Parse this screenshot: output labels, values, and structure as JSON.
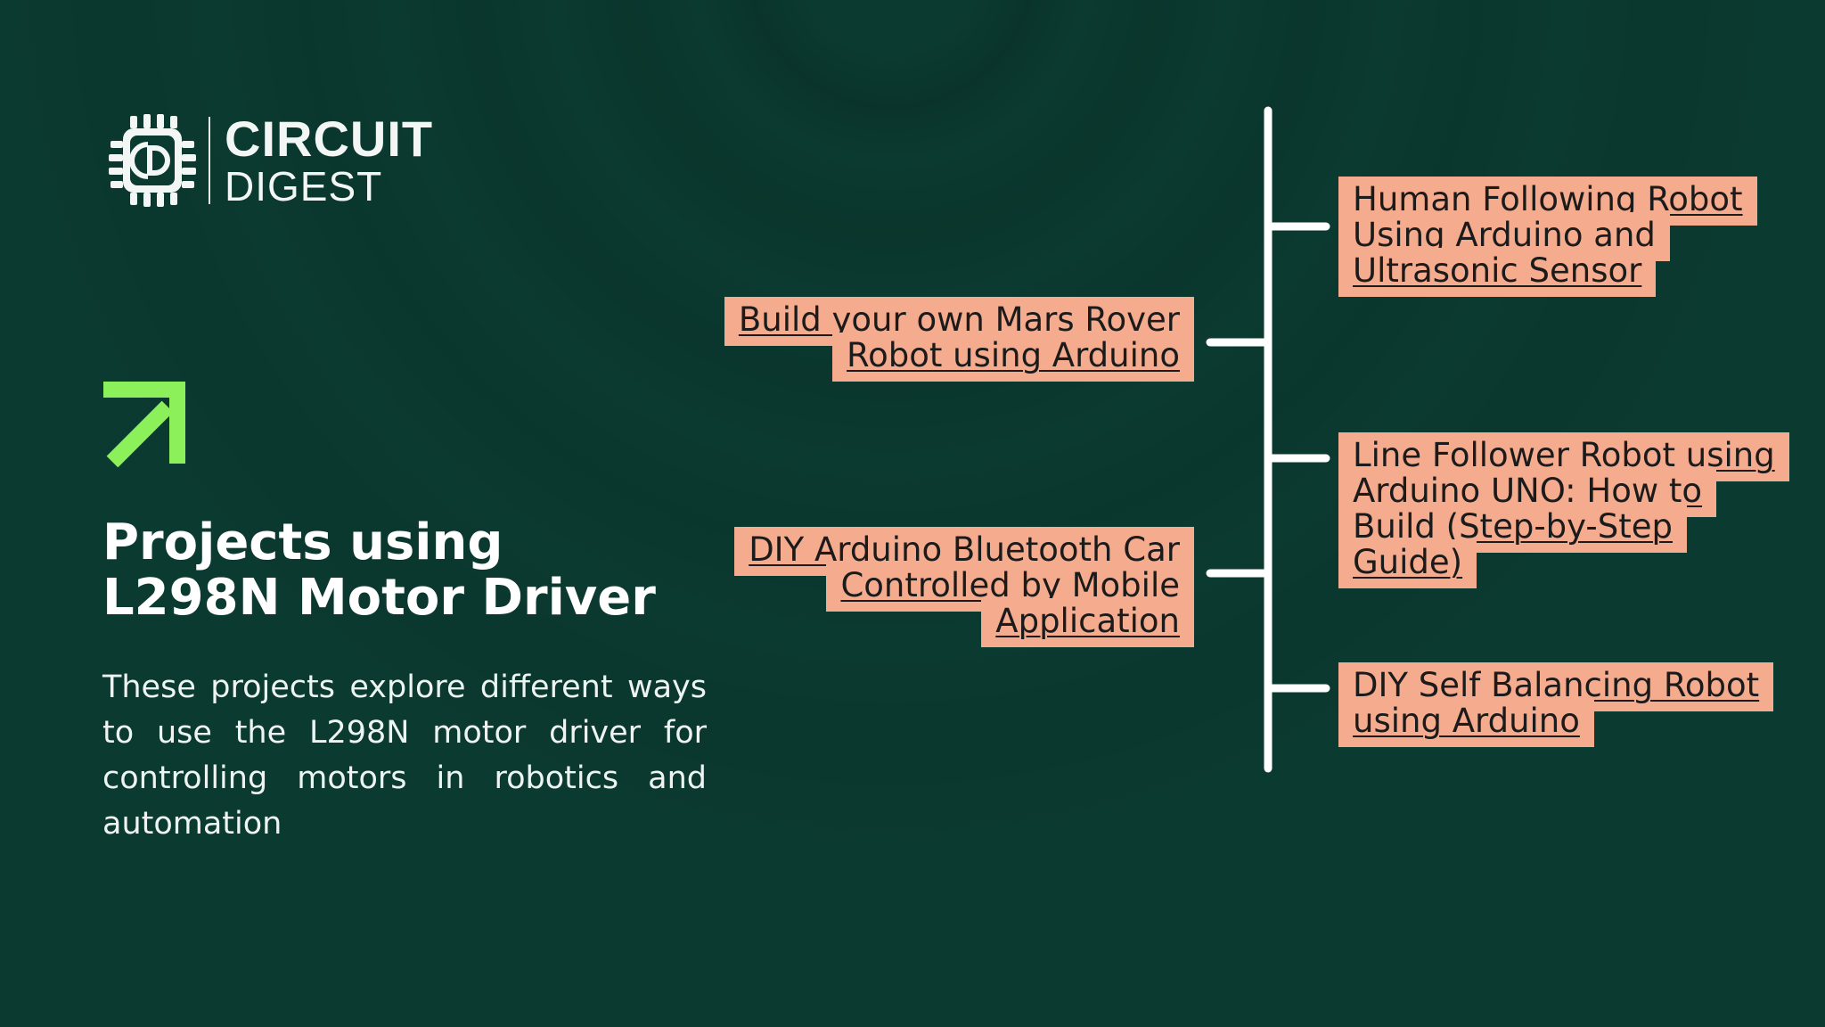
{
  "brand": {
    "name_line1": "CIRCUIT",
    "name_line2": "DIGEST",
    "icon": "chip-logo-icon"
  },
  "hero": {
    "arrow_icon": "arrow-up-right-icon",
    "title_line1": "Projects using",
    "title_line2": "L298N Motor Driver",
    "description": "These projects explore different ways to use the L298N motor driver for controlling motors in robotics and automation"
  },
  "projects": [
    {
      "lines": [
        "Human Following Robot",
        "Using Arduino and",
        "Ultrasonic Sensor"
      ],
      "side": "right"
    },
    {
      "lines": [
        "Build your own Mars Rover",
        "Robot using Arduino"
      ],
      "side": "left"
    },
    {
      "lines": [
        "Line Follower Robot using",
        "Arduino UNO: How to",
        "Build (Step-by-Step",
        "Guide)"
      ],
      "side": "right"
    },
    {
      "lines": [
        "DIY Arduino Bluetooth Car",
        "Controlled by Mobile",
        "Application"
      ],
      "side": "left"
    },
    {
      "lines": [
        "DIY Self Balancing Robot",
        "using Arduino"
      ],
      "side": "right"
    }
  ],
  "colors": {
    "background": "#0b3a30",
    "accent_green": "#8cf05a",
    "card_bg": "#f5ab8e",
    "card_text": "#1b1b1b",
    "line": "#ffffff"
  }
}
